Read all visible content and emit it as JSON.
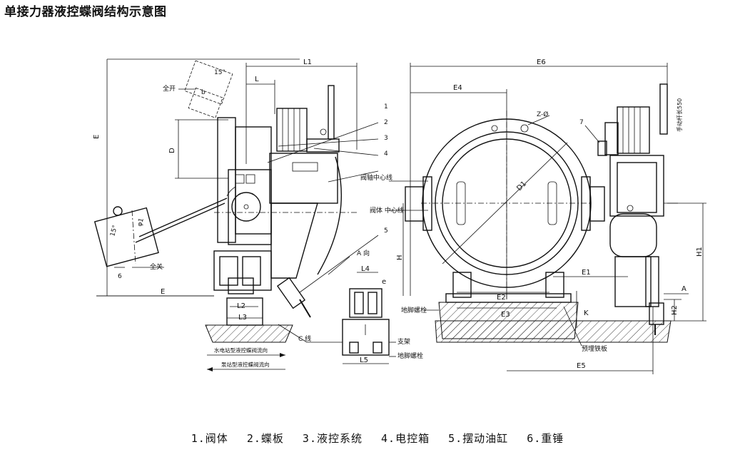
{
  "title": "单接力器液控蝶阀结构示意图",
  "labels": {
    "full_open": "全开",
    "full_close": "全关",
    "angle_15_top": "15°",
    "angle_15_weight": "15°",
    "phi1": "φ1",
    "valve_shaft_centerline": "阀轴中心线",
    "valve_body_centerline": "阀体 中心线",
    "direction_a": "A 向",
    "c_line": "C 线",
    "support": "支架",
    "anchor_bolt_1": "地脚螺栓",
    "anchor_bolt_2": "地脚螺栓",
    "embedded_plate": "预埋铁板",
    "hand_lever": "手动杆长550",
    "flow_hydro": "水电站型液控蝶阀流向",
    "flow_pump": "泵站型液控蝶阀流向",
    "z_phi": "Z-Ø"
  },
  "dimensions": {
    "L1": "L1",
    "L": "L",
    "b": "b",
    "E": "E",
    "E_bottom": "E",
    "D": "D",
    "L2": "L2",
    "L3": "L3",
    "L4": "L4",
    "L5": "L5",
    "e": "e",
    "E1": "E1",
    "E2": "E2",
    "E3": "E3",
    "E4": "E4",
    "E5": "E5",
    "E6": "E6",
    "D1": "D1",
    "H": "H",
    "H1": "H1",
    "H2": "H2",
    "K": "K",
    "A": "A"
  },
  "callouts": [
    "1",
    "2",
    "3",
    "4",
    "5",
    "6",
    "7"
  ],
  "caption": [
    "1.阀体",
    "2.蝶板",
    "3.液控系统",
    "4.电控箱",
    "5.摆动油缸",
    "6.重锤"
  ]
}
